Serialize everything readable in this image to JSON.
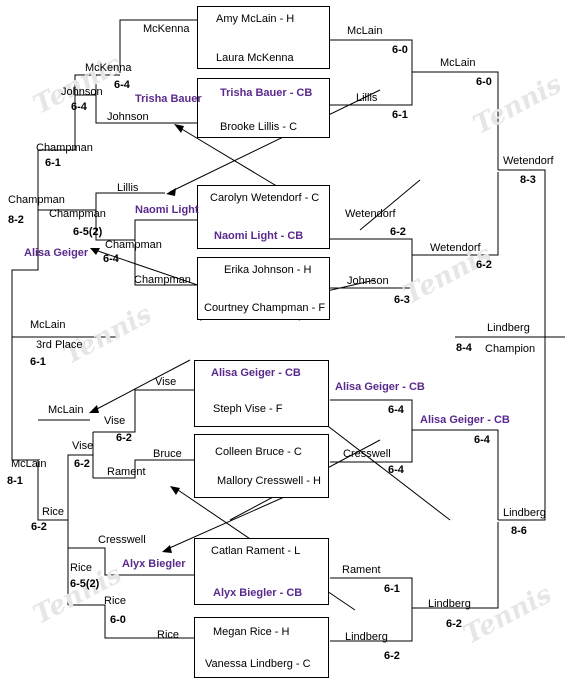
{
  "players": {
    "amy": "Amy McLain - H",
    "laura": "Laura McKenna",
    "trisha": "Trisha Bauer - CB",
    "brooke": "Brooke Lillis - C",
    "carolyn": "Carolyn Wetendorf - C",
    "naomi": "Naomi Light - CB",
    "erika": "Erika Johnson - H",
    "courtney": "Courtney Champman - F",
    "alisa": "Alisa Geiger - CB",
    "steph": "Steph Vise - F",
    "colleen": "Colleen Bruce - C",
    "mallory": "Mallory Cresswell - H",
    "catlan": "Catlan Rament - L",
    "alyx": "Alyx Biegler - CB",
    "megan": "Megan Rice - H",
    "vanessa": "Vanessa Lindberg - C"
  },
  "right": {
    "r1a": "McLain",
    "r1a_s": "6-0",
    "r1b": "Lillis",
    "r1b_s": "6-1",
    "r1c": "Wetendorf",
    "r1c_s": "6-2",
    "r1d": "Johnson",
    "r1d_s": "6-3",
    "r1e": "Alisa Geiger - CB",
    "r1e_s": "6-4",
    "r1f": "Cresswell",
    "r1f_s": "6-4",
    "r1g": "Rament",
    "r1g_s": "6-1",
    "r1h": "Lindberg",
    "r1h_s": "6-2",
    "qf1": "McLain",
    "qf1_s": "6-0",
    "qf2": "Wetendorf",
    "qf2_s": "6-2",
    "qf3": "Alisa Geiger - CB",
    "qf3_s": "6-4",
    "qf4": "Lindberg",
    "qf4_s": "6-2",
    "sf1": "Wetendorf",
    "sf1_s": "8-3",
    "sf2": "Lindberg",
    "sf2_s": "8-6",
    "final": "Lindberg",
    "final_s": "8-4",
    "champion": "Champion"
  },
  "left": {
    "l1a": "McKenna",
    "l1b": "Johnson",
    "l1c": "Lillis",
    "l1d": "Champman",
    "l1e": "Vise",
    "l1f": "Bruce",
    "l1g": "Cresswell",
    "l1h": "Rice",
    "l2a": "McKenna",
    "l2a_s": "6-4",
    "l2b": "Champman",
    "l2b_s": "6-4",
    "l2c": "Vise",
    "l2c_s": "6-2",
    "l2d": "Rice",
    "l2d_s": "6-5(2)",
    "l2e": "Trisha Bauer",
    "l2f": "Naomi Light",
    "l2g": "Rament",
    "l2h": "Alyx Biegler",
    "l3a": "Johnson",
    "l3a_s": "6-4",
    "l3b": "Champman",
    "l3b_s": "6-5(2)",
    "l3c": "Vise",
    "l3c_s": "6-2",
    "l3d": "Rice",
    "l3d_s": "6-0",
    "l4a": "Champman",
    "l4a_s": "6-1",
    "l4b": "Alisa Geiger",
    "l4c": "McLain",
    "l4d": "Rice",
    "l4d_s": "6-2",
    "l5a": "Champman",
    "l5a_s": "8-2",
    "l5b": "McLain",
    "l5b_s": "8-1",
    "third": "McLain",
    "third_label": "3rd Place",
    "third_s": "6-1"
  }
}
